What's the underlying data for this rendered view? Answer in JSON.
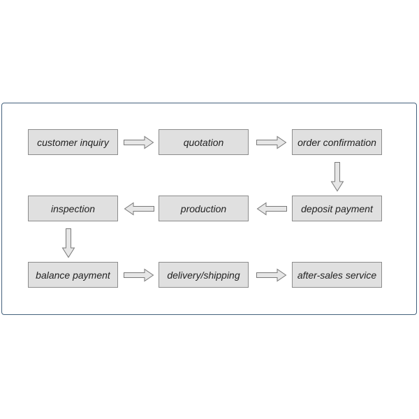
{
  "diagram": {
    "steps": [
      {
        "label": "customer inquiry"
      },
      {
        "label": "quotation"
      },
      {
        "label": "order confirmation"
      },
      {
        "label": "deposit payment"
      },
      {
        "label": "production"
      },
      {
        "label": "inspection"
      },
      {
        "label": "balance payment"
      },
      {
        "label": "delivery/shipping"
      },
      {
        "label": "after-sales service"
      }
    ],
    "colors": {
      "border": "#44617c",
      "box_fill": "#e0e0e0",
      "box_border": "#8c8c8c",
      "arrow_fill": "#e6e6e6",
      "arrow_stroke": "#7a7a7a"
    },
    "connectors": [
      {
        "from": "customer inquiry",
        "to": "quotation",
        "direction": "right"
      },
      {
        "from": "quotation",
        "to": "order confirmation",
        "direction": "right"
      },
      {
        "from": "order confirmation",
        "to": "deposit payment",
        "direction": "down"
      },
      {
        "from": "deposit payment",
        "to": "production",
        "direction": "left"
      },
      {
        "from": "production",
        "to": "inspection",
        "direction": "left"
      },
      {
        "from": "inspection",
        "to": "balance payment",
        "direction": "down"
      },
      {
        "from": "balance payment",
        "to": "delivery/shipping",
        "direction": "right"
      },
      {
        "from": "delivery/shipping",
        "to": "after-sales service",
        "direction": "right"
      }
    ]
  }
}
